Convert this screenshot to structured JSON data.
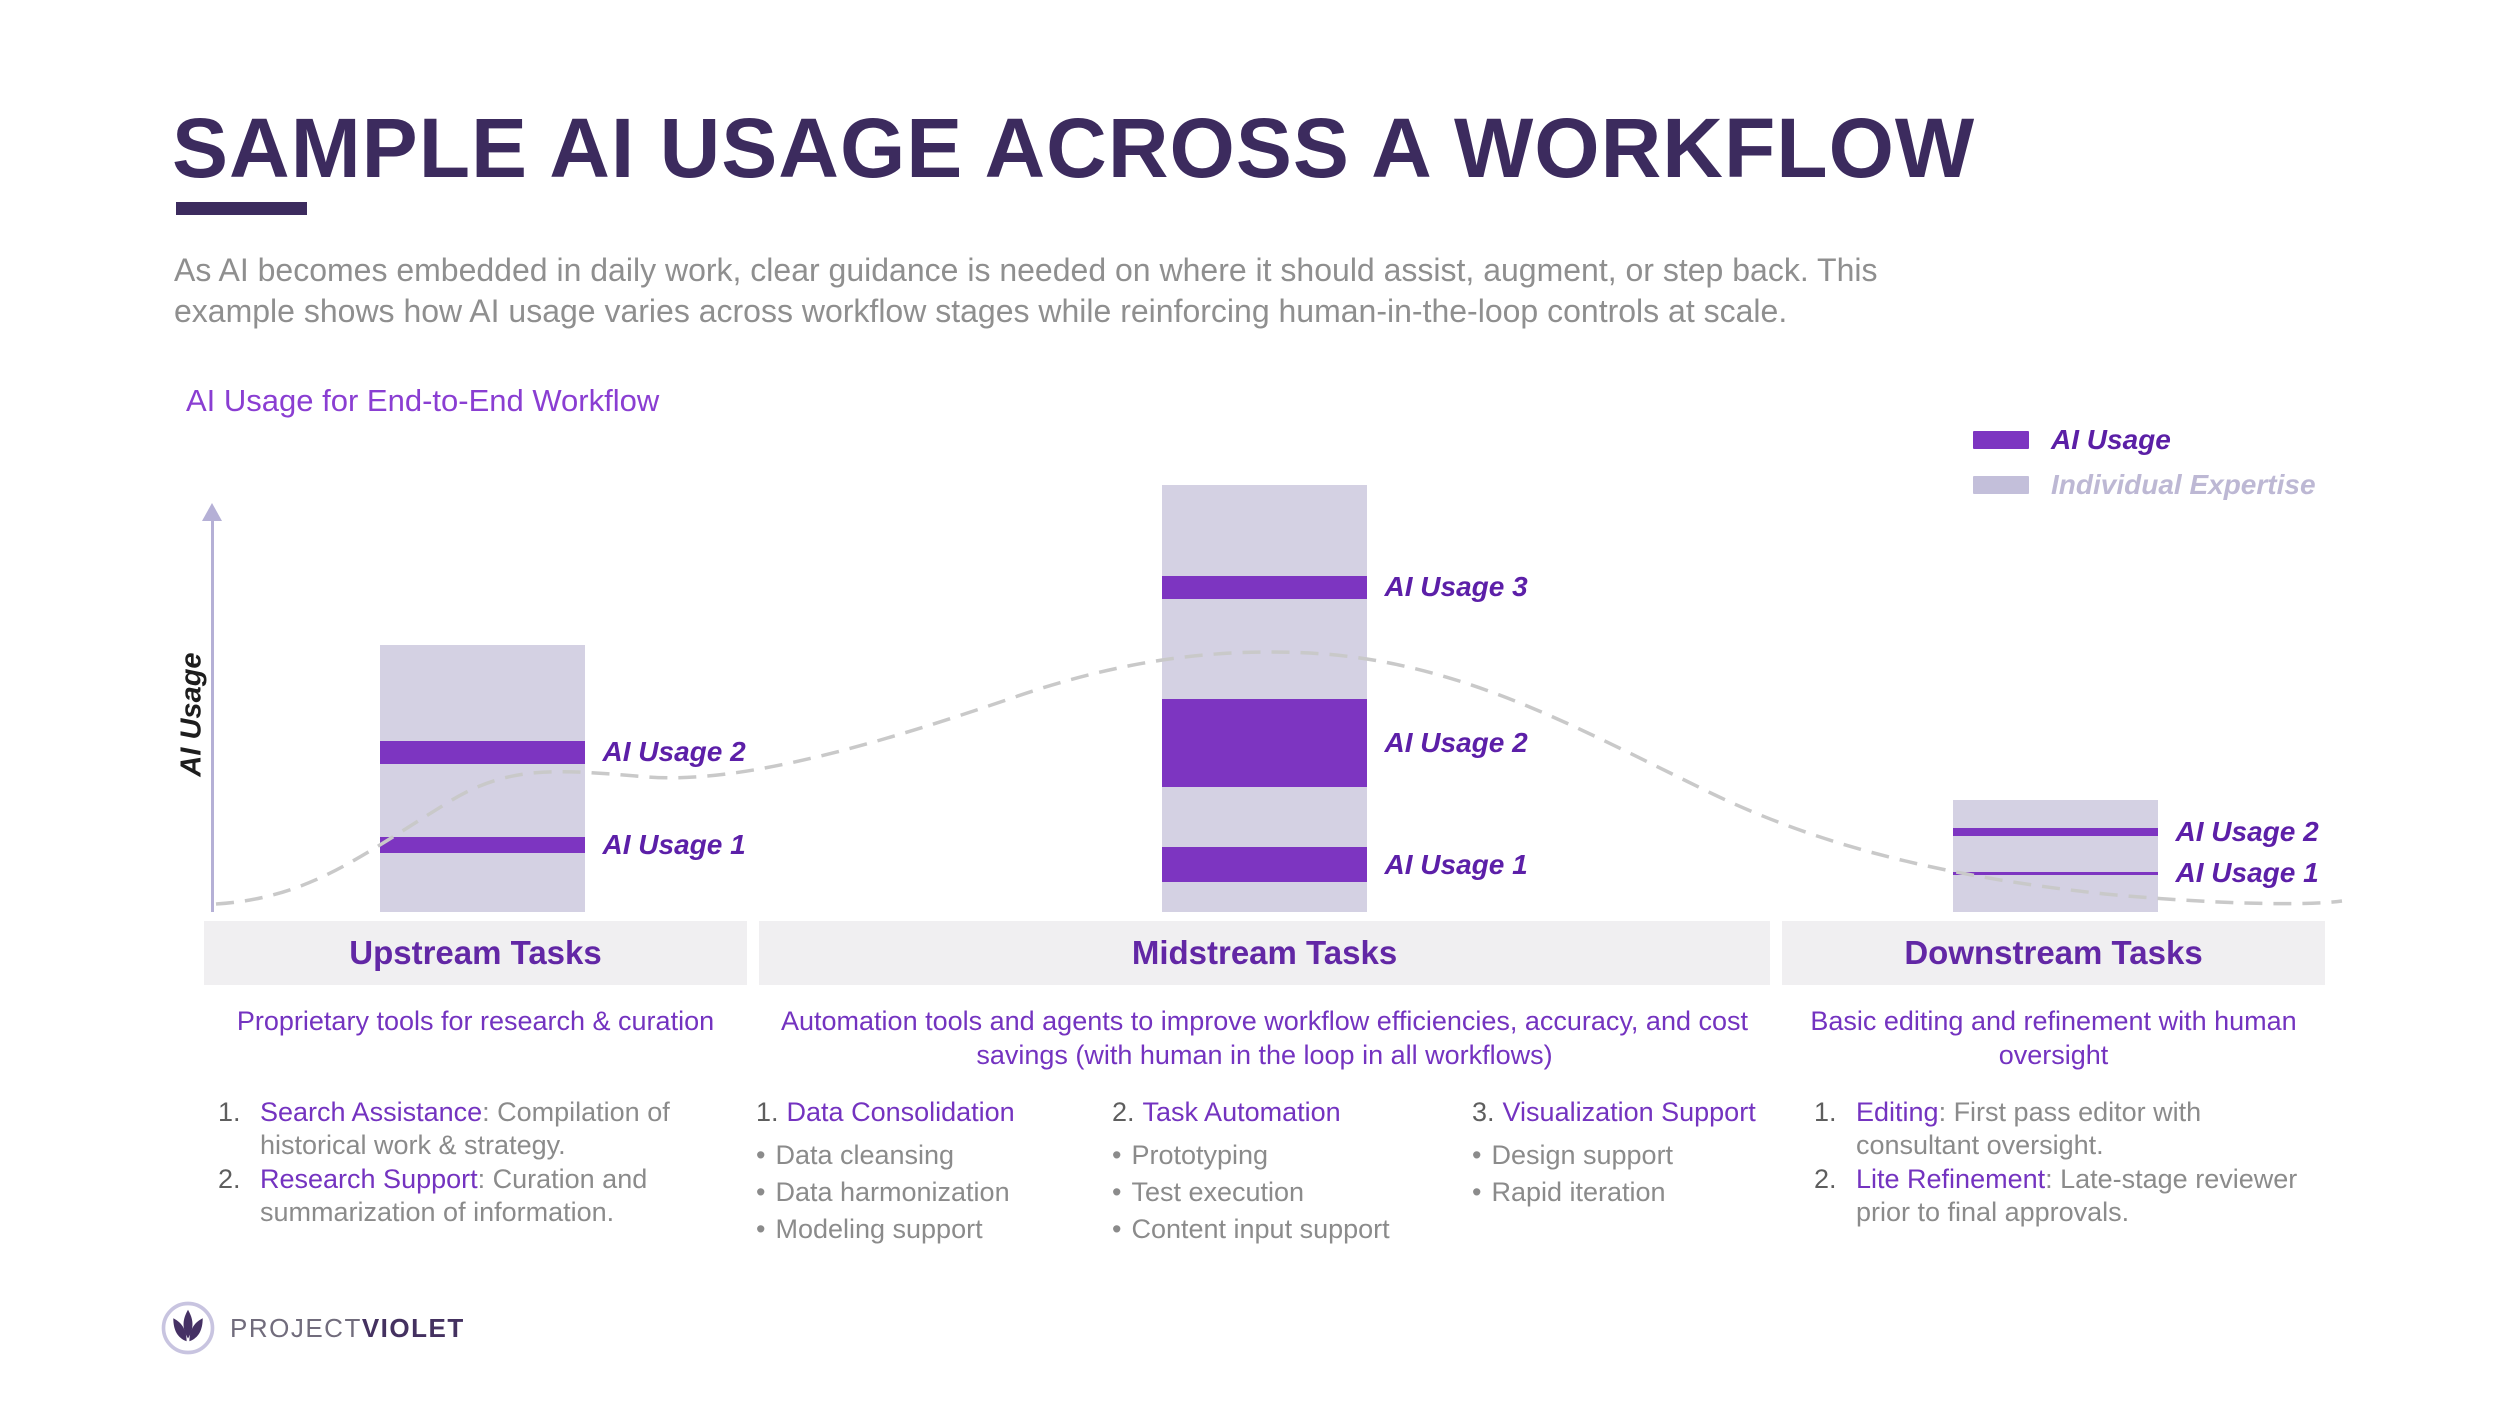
{
  "glyphs": {
    "bullet": "•"
  },
  "header": {
    "title": "SAMPLE AI USAGE ACROSS A WORKFLOW",
    "subtitle_lines": [
      "As AI becomes embedded in daily work, clear guidance is needed on where it should assist, augment, or step back. This",
      "example shows how AI usage varies across workflow stages while reinforcing human-in-the-loop controls at scale."
    ]
  },
  "chart": {
    "title": "AI Usage for End-to-End Workflow",
    "y_axis_label": "AI Usage",
    "legend": [
      {
        "label": "AI Usage",
        "color": "#7d35c1"
      },
      {
        "label": "Individual Expertise",
        "color": "#c3bfda"
      }
    ]
  },
  "chart_data": {
    "type": "bar",
    "title": "AI Usage for End-to-End Workflow",
    "xlabel": "",
    "ylabel": "AI Usage",
    "axis_numeric": false,
    "grid": false,
    "legend_position": "top-right",
    "categories": [
      "Upstream Tasks",
      "Midstream Tasks",
      "Downstream Tasks"
    ],
    "series": [
      {
        "name": "Individual Expertise",
        "values_pct": [
          62.5,
          100,
          26.2
        ]
      },
      {
        "name": "AI Usage",
        "values_pct": [
          9.1,
          34.2,
          2.6
        ]
      }
    ],
    "stages": [
      {
        "category": "Upstream Tasks",
        "expertise_height_pct": 62.5,
        "ai_stripes": [
          {
            "label": "AI Usage 2",
            "bottom_pct": 34.7,
            "thickness_pct": 5.4
          },
          {
            "label": "AI Usage 1",
            "bottom_pct": 13.8,
            "thickness_pct": 3.7
          }
        ]
      },
      {
        "category": "Midstream Tasks",
        "expertise_height_pct": 100,
        "ai_stripes": [
          {
            "label": "AI Usage 3",
            "bottom_pct": 73.3,
            "thickness_pct": 5.4
          },
          {
            "label": "AI Usage 2",
            "bottom_pct": 29.3,
            "thickness_pct": 20.6
          },
          {
            "label": "AI Usage 1",
            "bottom_pct": 7.0,
            "thickness_pct": 8.2
          }
        ]
      },
      {
        "category": "Downstream Tasks",
        "expertise_height_pct": 26.2,
        "ai_stripes": [
          {
            "label": "AI Usage 2",
            "bottom_pct": 17.8,
            "thickness_pct": 1.9
          },
          {
            "label": "AI Usage 1",
            "bottom_pct": 8.7,
            "thickness_pct": 0.7
          }
        ]
      }
    ],
    "trend_line": {
      "style": "dashed",
      "color": "#c9c9c9",
      "shape": "starts low at upstream, peaks over midstream, declines through downstream"
    },
    "colors": {
      "ai_usage": "#7d35c1",
      "individual_expertise": "#d4d1e3"
    }
  },
  "stages_panel": {
    "upstream": {
      "header": "Upstream Tasks",
      "description": "Proprietary tools for research & curation",
      "items": [
        {
          "num": "1.",
          "term": "Search Assistance",
          "rest": ": Compilation of historical work & strategy."
        },
        {
          "num": "2.",
          "term": "Research Support",
          "rest": ": Curation and summarization of information."
        }
      ]
    },
    "midstream": {
      "header": "Midstream Tasks",
      "description": "Automation tools and agents to improve workflow efficiencies, accuracy, and cost savings (with human in the loop in all workflows)",
      "columns": [
        {
          "num": "1.",
          "heading": "Data Consolidation",
          "bullets": [
            "Data cleansing",
            "Data harmonization",
            "Modeling support"
          ]
        },
        {
          "num": "2.",
          "heading": "Task Automation",
          "bullets": [
            "Prototyping",
            "Test execution",
            "Content input support"
          ]
        },
        {
          "num": "3.",
          "heading": "Visualization Support",
          "bullets": [
            "Design support",
            "Rapid iteration"
          ]
        }
      ]
    },
    "downstream": {
      "header": "Downstream Tasks",
      "description": "Basic editing and refinement with human oversight",
      "items": [
        {
          "num": "1.",
          "term": "Editing",
          "rest": ": First pass editor with consultant oversight."
        },
        {
          "num": "2.",
          "term": "Lite Refinement",
          "rest": ": Late-stage reviewer prior to final approvals."
        }
      ]
    }
  },
  "footer": {
    "brand_first": "PROJECT",
    "brand_second": "VIOLET"
  }
}
